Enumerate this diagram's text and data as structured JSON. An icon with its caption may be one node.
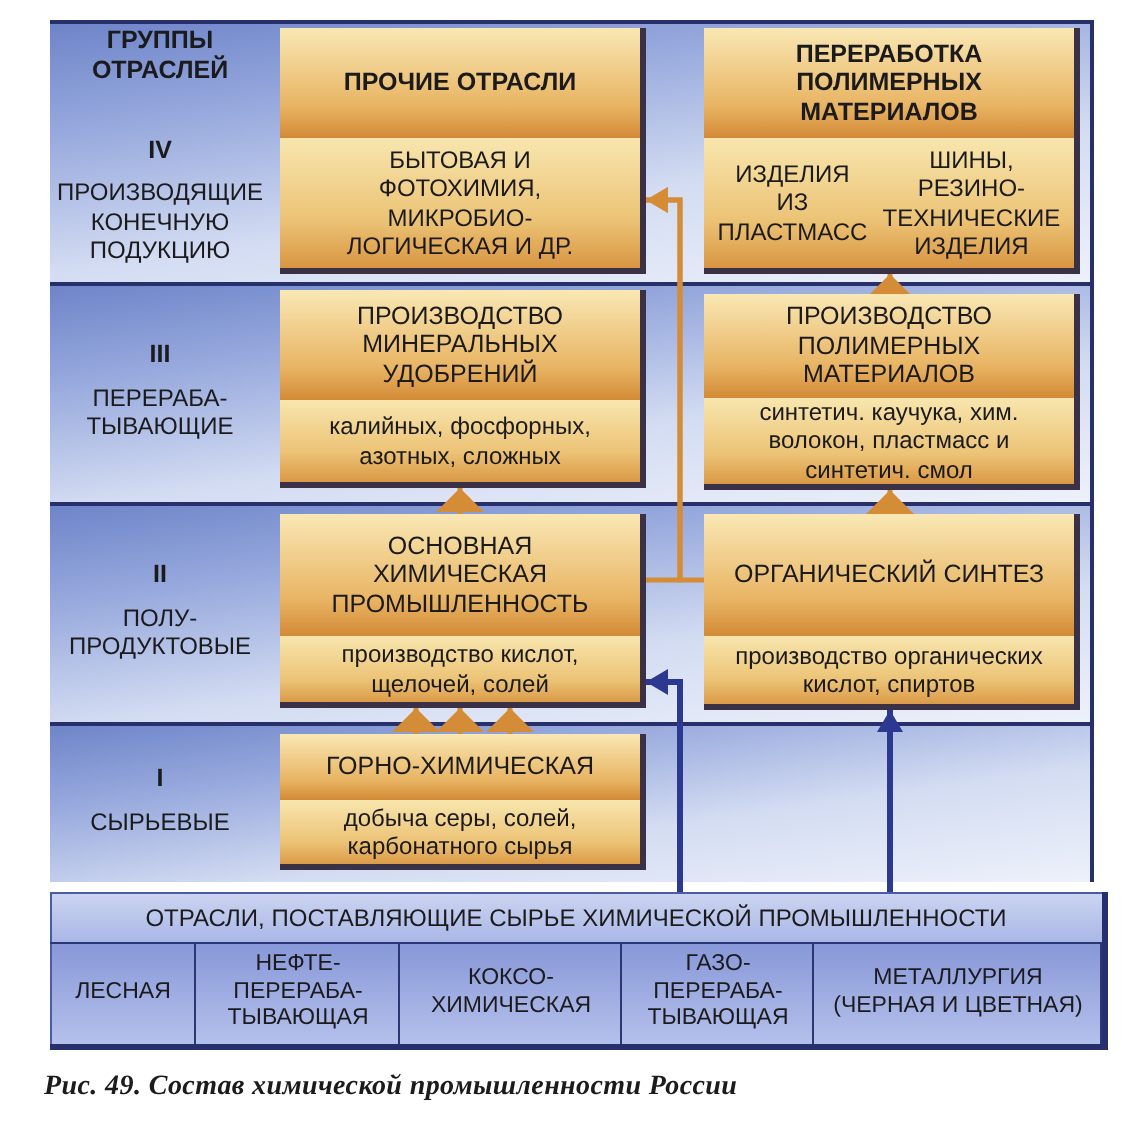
{
  "diagram": {
    "caption": "Рис. 49. Состав химической промышленности России",
    "nodes": [
      {
        "text": [
          "IV",
          "ПРОИЗВОДЯЩИЕ КОНЕЧНУЮ ПОДУКЦИЮ"
        ]
      },
      {
        "text": [
          "ПРОЧИЕ ОТРАСЛИ",
          "БЫТОВАЯ И ФОТОХИМИЯ, МИКРОБИО- ЛОГИЧЕСКАЯ И ДР."
        ],
        "in": 0
      },
      {
        "text": [
          "ПЕРЕРАБОТКА ПОЛИМЕРНЫХ МАТЕРИАЛОВ",
          "ИЗДЕЛИЯ ИЗ ПЛАСТМАСС",
          "ШИНЫ, РЕЗИНО- ТЕХНИЧЕСКИЕ ИЗДЕЛИЯ"
        ],
        "in": 0
      },
      {
        "text": [
          "III",
          "ПЕРЕРАБА- ТЫВАЮЩИЕ"
        ]
      },
      {
        "text": [
          "ПРОИЗВОДСТВО МИНЕРАЛЬНЫХ УДОБРЕНИЙ",
          "калийных, фосфорных, азотных, сложных"
        ],
        "in": 3
      },
      {
        "text": [
          "ПРОИЗВОДСТВО ПОЛИМЕРНЫХ МАТЕРИАЛОВ",
          "синтетич. каучука, хим. волокон, пластмасс и синтетич. смол"
        ],
        "in": 3
      },
      {
        "text": [
          "II",
          "ПОЛУ- ПРОДУКТОВЫЕ"
        ]
      },
      {
        "text": [
          "ОСНОВНАЯ ХИМИЧЕСКАЯ ПРОМЫШЛЕННОСТЬ",
          "производство кислот, щелочей, солей"
        ],
        "in": 6
      },
      {
        "text": [
          "ОРГАНИЧЕСКИЙ СИНТЕЗ",
          "производство органических кислот, спиртов"
        ],
        "in": 6
      },
      {
        "text": [
          "I",
          "СЫРЬЕВЫЕ"
        ]
      },
      {
        "text": [
          "ГОРНО-ХИМИЧЕСКАЯ",
          "добыча серы, солей, карбонатного сырья"
        ],
        "in": 9
      },
      {
        "text": [
          "ОТРАСЛИ, ПОСТАВЛЯЮЩИЕ СЫРЬЕ ХИМИЧЕСКОЙ ПРОМЫШЛЕННОСТИ"
        ]
      },
      {
        "text": [
          "ЛЕСНАЯ"
        ],
        "in": 11
      },
      {
        "text": [
          "НЕФТЕ- ПЕРЕРАБА- ТЫВАЮЩАЯ"
        ],
        "in": 11
      },
      {
        "text": [
          "КОКСО- ХИМИЧЕСКАЯ"
        ],
        "in": 11
      },
      {
        "text": [
          "ГАЗО- ПЕРЕРАБА- ТЫВАЮЩАЯ"
        ],
        "in": 11
      },
      {
        "text": [
          "МЕТАЛЛУРГИЯ (ЧЕРНАЯ И ЦВЕТНАЯ)"
        ],
        "in": 11
      }
    ],
    "edges": [
      {
        "from": 10,
        "to": 7,
        "arrow": "to"
      },
      {
        "from": 10,
        "to": 7,
        "arrow": "to"
      },
      {
        "from": 10,
        "to": 7,
        "arrow": "to"
      },
      {
        "from": 7,
        "to": 4,
        "arrow": "to"
      },
      {
        "from": 8,
        "to": 5,
        "arrow": "to"
      },
      {
        "from": 5,
        "to": 2,
        "arrow": "to"
      },
      {
        "from": 7,
        "to": 1,
        "arrow": "to"
      },
      {
        "from": 8,
        "to": 1,
        "arrow": "to"
      },
      {
        "from": 11,
        "to": 7,
        "arrow": "to",
        "color": "#2b3990"
      },
      {
        "from": 11,
        "to": 8,
        "arrow": "to",
        "color": "#2b3990"
      }
    ],
    "labels": [
      "ГРУППЫ ОТРАСЛЕЙ"
    ]
  }
}
